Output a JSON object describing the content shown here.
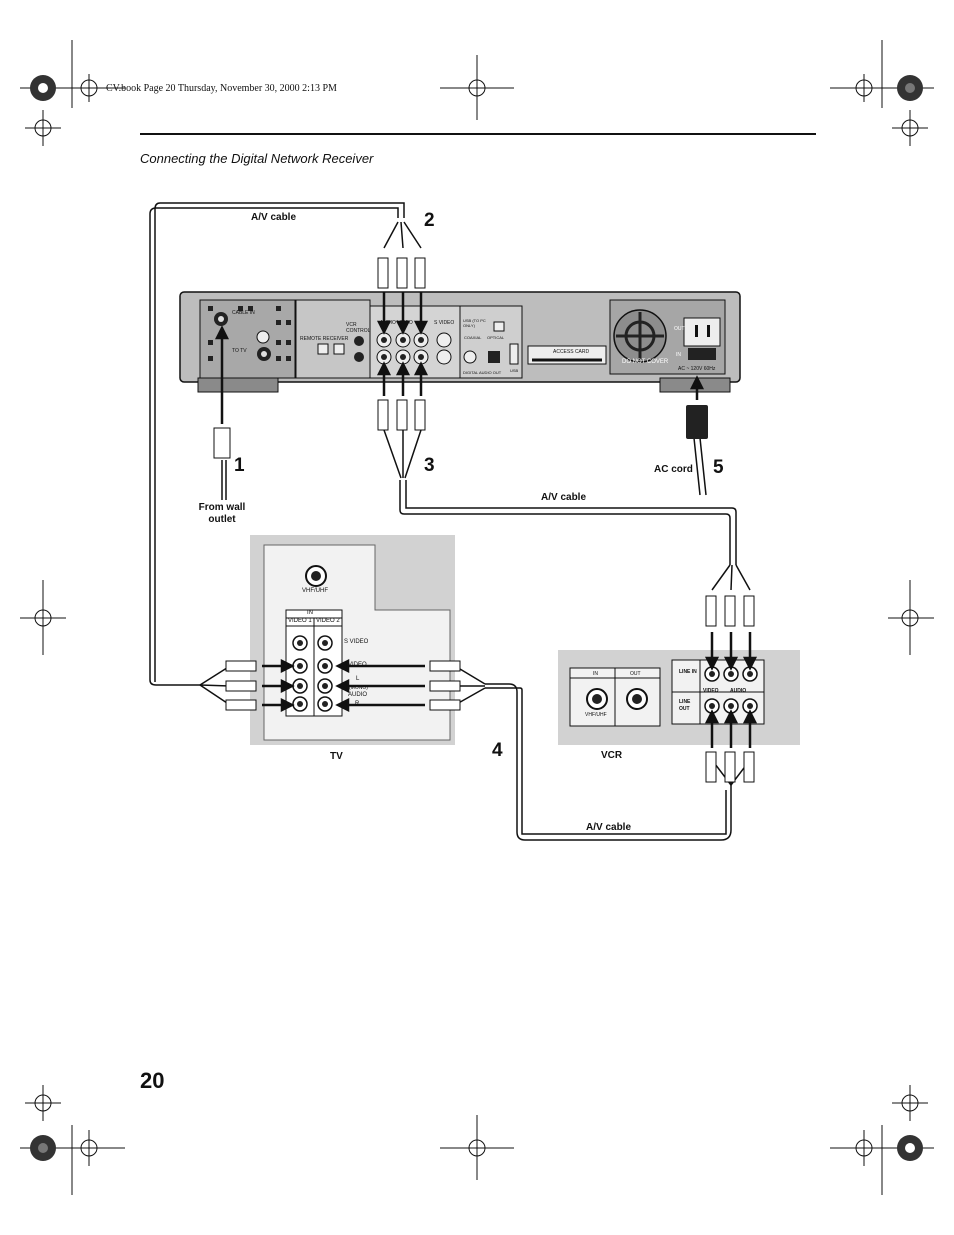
{
  "header": {
    "slug": "CV.book  Page 20  Thursday, November 30, 2000  2:13 PM",
    "running_title": "Connecting the Digital Network Receiver"
  },
  "page_number": "20",
  "diagram": {
    "labels": {
      "av_cable_top": "A/V cable",
      "av_cable_mid": "A/V cable",
      "av_cable_bottom": "A/V cable",
      "from_wall_outlet": "From wall outlet",
      "ac_cord": "AC cord",
      "tv": "TV",
      "vcr": "VCR"
    },
    "steps": [
      "1",
      "2",
      "3",
      "4",
      "5"
    ],
    "receiver_panel": {
      "cable_in": "CABLE IN",
      "to_tv": "TO TV",
      "remote_receiver": "REMOTE RECEIVER",
      "vcr_control": "VCR CONTROL",
      "audio_video": "AUDIO  VIDEO",
      "s_video": "S VIDEO",
      "usb_to_pc": "USB (TO PC ONLY)",
      "coaxial": "COAXIAL",
      "optical": "OPTICAL",
      "digital_audio_out": "DIGITAL AUDIO OUT",
      "usb": "USB",
      "access_card": "ACCESS CARD",
      "do_not_cover": "DO NOT COVER",
      "out": "OUT",
      "in": "IN",
      "ac_rating": "AC ~ 120V 60Hz"
    },
    "tv_panel": {
      "vhf_uhf": "VHF/UHF",
      "in": "IN",
      "video1": "VIDEO 1",
      "video2": "VIDEO 2",
      "s_video": "S VIDEO",
      "video": "VIDEO",
      "l": "L",
      "mono": "(MONO)",
      "audio": "AUDIO",
      "r": "R"
    },
    "vcr_panel": {
      "in": "IN",
      "out": "OUT",
      "vhf_uhf": "VHF/UHF",
      "line_in": "LINE IN",
      "line_out": "LINE OUT",
      "video": "VIDEO",
      "audio": "AUDIO"
    }
  },
  "colors": {
    "ink": "#111111",
    "panel_gray": "#c8c8c8",
    "panel_dark": "#8a8a8a",
    "shadow": "#d9d9d9"
  }
}
